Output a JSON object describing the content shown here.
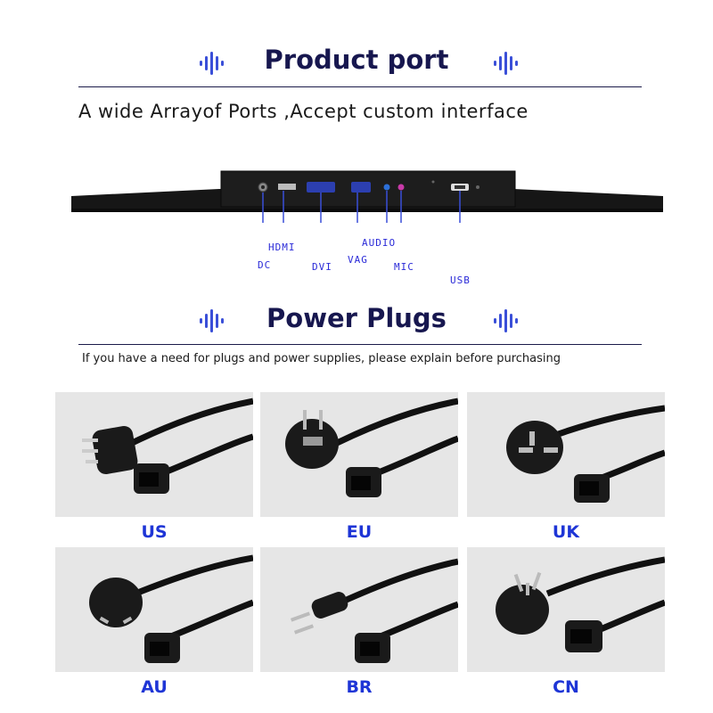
{
  "product_port": {
    "title": "Product port",
    "subtitle": "A wide Arrayof Ports ,Accept custom interface",
    "ports": [
      "DC",
      "HDMI",
      "DVI",
      "VAG",
      "AUDIO",
      "MIC",
      "USB"
    ]
  },
  "power_plugs": {
    "title": "Power Plugs",
    "subtitle": "If you have a need for plugs and power supplies, please explain before purchasing",
    "plugs": [
      {
        "label": "US"
      },
      {
        "label": "EU"
      },
      {
        "label": "UK"
      },
      {
        "label": "AU"
      },
      {
        "label": "BR"
      },
      {
        "label": "CN"
      }
    ]
  },
  "colors": {
    "title": "#17174f",
    "accent": "#3a4fd8",
    "plug_label": "#1e35d6",
    "port_label": "#2b2bd8"
  },
  "icons": [
    "sound-wave-icon"
  ]
}
